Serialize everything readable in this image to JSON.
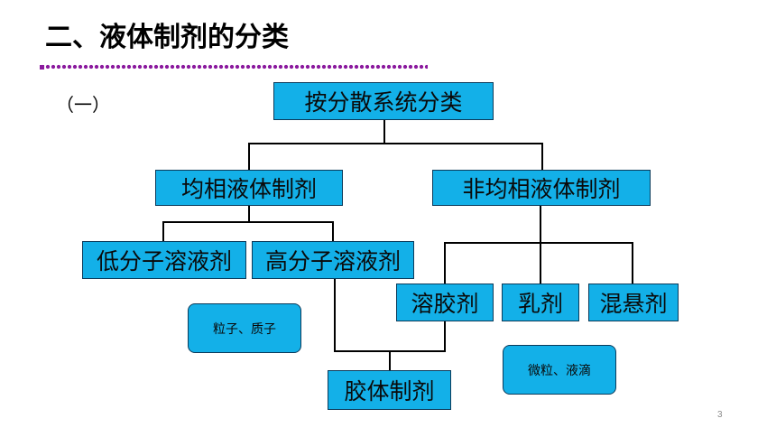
{
  "title": "二、液体制剂的分类",
  "section_label": "（一）",
  "nodes": {
    "root": "按分散系统分类",
    "homogeneous": "均相液体制剂",
    "heterogeneous": "非均相液体制剂",
    "low_molecular_solution": "低分子溶液剂",
    "high_molecular_solution": "高分子溶液剂",
    "sol": "溶胶剂",
    "emulsion": "乳剂",
    "suspension": "混悬剂",
    "colloid": "胶体制剂"
  },
  "notes": {
    "particles": "粒子、质子",
    "microparticles": "微粒、液滴"
  },
  "page_number": "3",
  "colors": {
    "box_fill": "#13B0E8",
    "box_border": "#0b3a5a",
    "dots": "#8B1A9E"
  }
}
